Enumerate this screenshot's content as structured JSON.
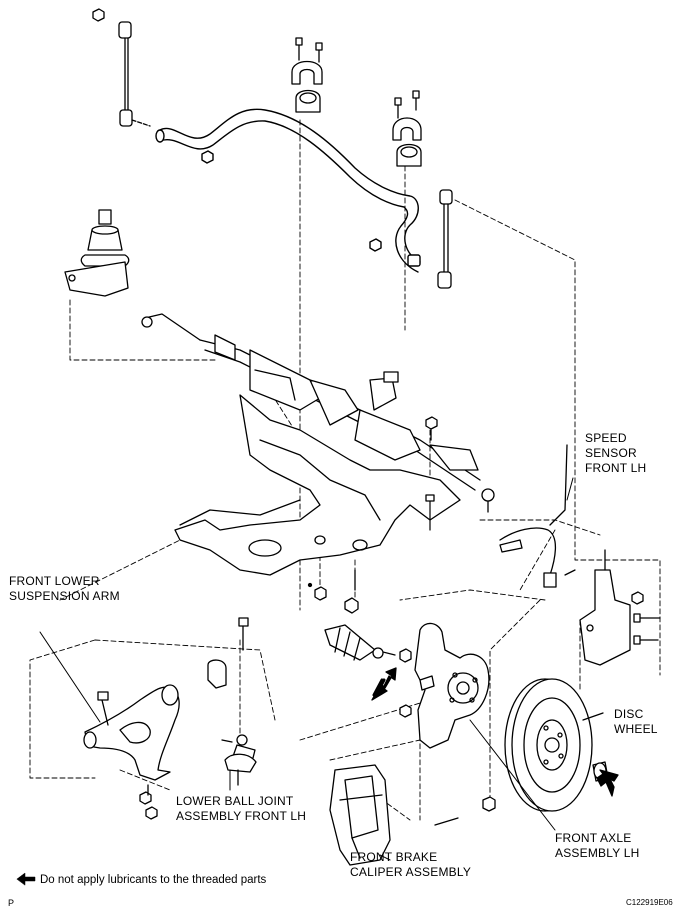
{
  "labels": {
    "speed_sensor": "SPEED\nSENSOR\nFRONT LH",
    "lower_arm": "FRONT LOWER\nSUSPENSION ARM",
    "disc": "DISC",
    "wheel": "WHEEL",
    "ball_joint": "LOWER BALL JOINT\nASSEMBLY FRONT LH",
    "caliper": "FRONT BRAKE\nCALIPER ASSEMBLY",
    "axle": "FRONT AXLE\nASSEMBLY LH"
  },
  "legend": {
    "text": "Do not apply lubricants to the threaded parts",
    "icon": "arrow-left-icon"
  },
  "corner_mark": "P",
  "figure_code": "C122919E06"
}
